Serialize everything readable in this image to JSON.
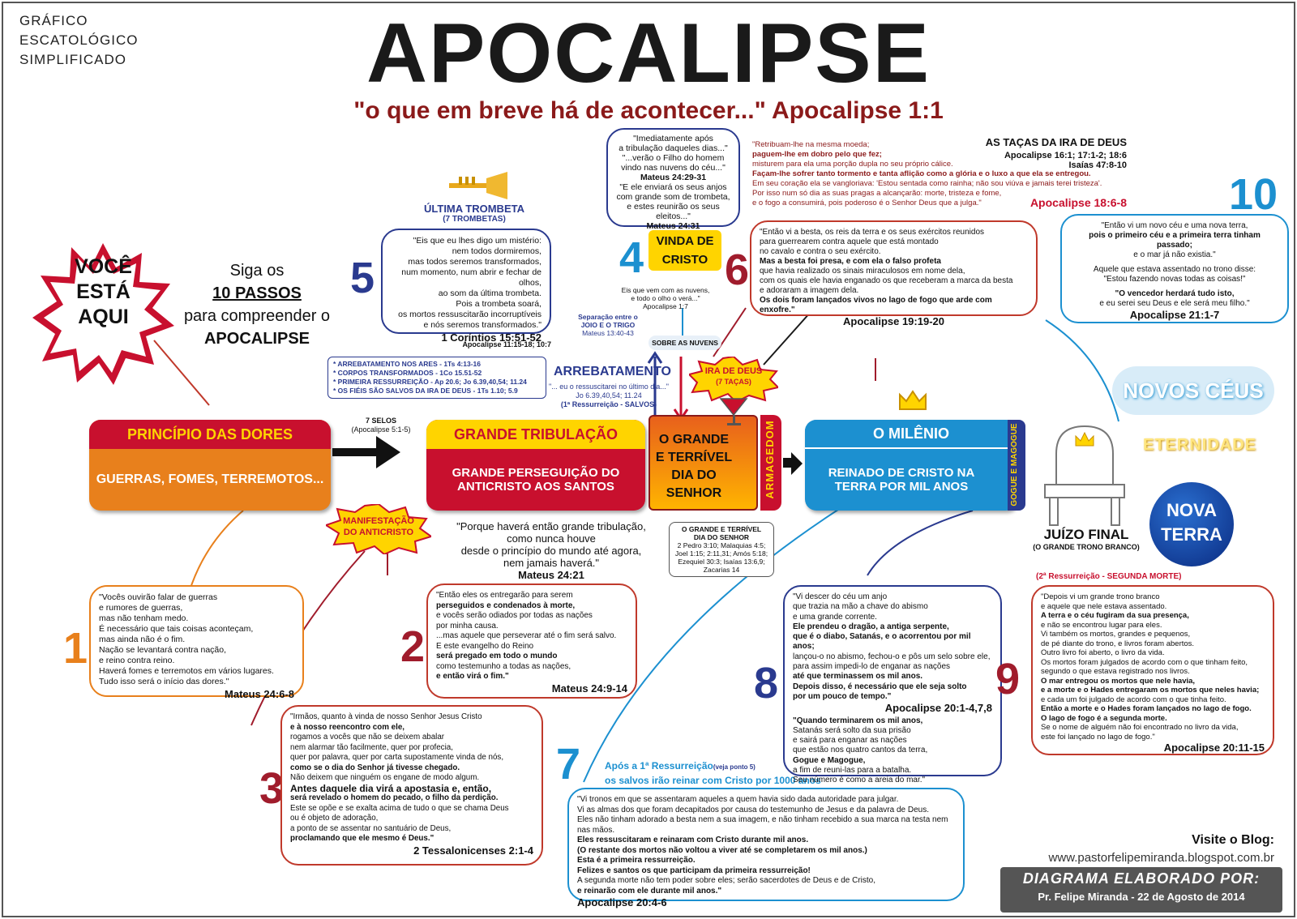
{
  "corner_label": [
    "GRÁFICO",
    "ESCATOLÓGICO",
    "SIMPLIFICADO"
  ],
  "title": "APOCALIPSE",
  "subtitle": "\"o que em breve há de acontecer...\" Apocalipse 1:1",
  "you_are_here": [
    "VOCÊ",
    "ESTÁ",
    "AQUI"
  ],
  "follow_steps": [
    "Siga os",
    "10 PASSOS",
    "para compreender o",
    "APOCALIPSE"
  ],
  "stages": {
    "principio": {
      "head": "PRINCÍPIO DAS DORES",
      "body": "GUERRAS, FOMES, TERREMOTOS..."
    },
    "tribulacao": {
      "head": "GRANDE TRIBULAÇÃO",
      "body": "GRANDE PERSEGUIÇÃO DO ANTICRISTO AOS SANTOS"
    },
    "grande_dia": {
      "body": "O GRANDE E TERRÍVEL DIA DO SENHOR",
      "side": "ARMAGEDOM"
    },
    "milenio": {
      "head": "O MILÊNIO",
      "body": "REINADO DE CRISTO NA TERRA POR MIL ANOS",
      "side": "GOGUE E MAGOGUE"
    }
  },
  "seven_seals": [
    "7 SELOS",
    "(Apocalipse 5:1-5)"
  ],
  "manifestacao": "MANIFESTAÇÃO DO ANTICRISTO",
  "ultima_trombeta": [
    "ÚLTIMA TROMBETA",
    "(7 TROMBETAS)"
  ],
  "vinda_de_cristo": "VINDA DE CRISTO",
  "vinda_quote": [
    "Eis que vem com as nuvens,",
    "e todo o olho o verá...\"",
    "Apocalipse 1:7"
  ],
  "separacao": [
    "Separação entre o",
    "JOIO E O TRIGO",
    "Mateus 13:40-43"
  ],
  "sobre_nuvens": "SOBRE AS NUVENS",
  "ira_de_deus": [
    "IRA DE DEUS",
    "(7 TAÇAS)"
  ],
  "arrebatamento": {
    "title": "ARREBATAMENTO",
    "lines": [
      "\"... eu o ressuscitarei no último dia...\"",
      "Jo 6.39,40,54; 11.24",
      "(1ª Ressurreição - SALVOS)"
    ],
    "list": [
      "* ARREBATAMENTO NOS ARES - 1Ts 4:13-16",
      "* CORPOS TRANSFORMADOS - 1Co 15.51-52",
      "* PRIMEIRA RESSURREIÇÃO - Ap 20.6; Jo 6.39,40,54; 11.24",
      "* OS FIÉIS SÃO SALVOS DA IRA DE DEUS - 1Ts 1.10; 5.9"
    ]
  },
  "grande_dia_refs": [
    "O GRANDE E TERRÍVEL",
    "DIA DO SENHOR",
    "2 Pedro 3:10; Malaquias 4:5;",
    "Joel 1:15; 2:11,31; Amós 5:18;",
    "Ezequiel 30:3; Isaías 13:6,9;",
    "Zacarias 14"
  ],
  "tribulacao_quote": {
    "lines": [
      "\"Porque haverá então grande tribulação,",
      "como nunca houve",
      "desde o princípio do mundo até agora,",
      "nem jamais haverá.\""
    ],
    "ref": "Mateus 24:21"
  },
  "mateus2429": {
    "lines": [
      "\"Imediatamente após",
      "a tribulação daqueles dias...\"",
      "\"...verão o Filho do homem",
      "vindo nas nuvens do céu...\""
    ],
    "ref": "Mateus 24:29-31",
    "lines2": [
      "\"E ele enviará os seus anjos",
      "com grande som de trombeta,",
      "e estes reunirão os seus eleitos...\""
    ],
    "ref2": "Mateus 24:31"
  },
  "tacas": {
    "title": "AS TAÇAS DA IRA DE DEUS",
    "refs": [
      "Apocalipse 16:1; 17:1-2; 18:6",
      "Isaías 47:8-10"
    ],
    "lines": [
      "\"Retribuam-lhe na mesma moeda;",
      "paguem-lhe em dobro pelo que fez;",
      "misturem para ela uma porção dupla no seu próprio cálice.",
      "Façam-lhe sofrer tanto tormento e tanta aflição como a glória e o luxo a que ela se entregou.",
      "Em seu coração ela se vangloriava: 'Estou sentada como rainha; não sou viúva e jamais terei tristeza'.",
      "Por isso num só dia as suas pragas a alcançarão: morte, tristeza e fome,",
      "e o fogo a consumirá, pois poderoso é o Senhor Deus que a julga.\""
    ],
    "ref": "Apocalipse 18:6-8"
  },
  "steps": [
    {
      "n": "1",
      "color": "#e8801c",
      "lines": [
        "\"Vocês ouvirão falar de guerras",
        "e rumores de guerras,",
        "mas não tenham medo.",
        "É necessário que tais coisas aconteçam,",
        "mas ainda não é o fim.",
        "Nação se levantará contra nação,",
        "e reino contra reino.",
        "Haverá fomes e terremotos em vários lugares.",
        "Tudo isso será o início das dores.\""
      ],
      "ref": "Mateus 24:6-8"
    },
    {
      "n": "2",
      "color": "#a01c2c",
      "lines": [
        "\"Então eles os entregarão para serem",
        "perseguidos e condenados à morte,",
        "e vocês serão odiados por todas as nações",
        "por minha causa.",
        "...mas aquele que perseverar até o fim será salvo.",
        "E este evangelho do Reino",
        "será pregado em todo o mundo",
        "como testemunho a todas as nações,",
        "e então virá o fim.\""
      ],
      "ref": "Mateus 24:9-14"
    },
    {
      "n": "3",
      "color": "#a01c2c",
      "lines": [
        "\"Irmãos, quanto à vinda de nosso Senhor Jesus Cristo",
        "e à nosso reencontro com ele,",
        "rogamos a vocês que não se deixem abalar",
        "nem alarmar tão facilmente, quer por profecia,",
        "quer por palavra, quer por carta supostamente vinda de nós,",
        "como se o dia do Senhor já tivesse chegado.",
        "Não deixem que ninguém os engane de modo algum.",
        "Antes daquele dia virá a apostasia e, então,",
        "será revelado o homem do pecado, o filho da perdição.",
        "Este se opõe e se exalta acima de tudo o que se chama Deus",
        "ou é objeto de adoração,",
        "a ponto de se assentar no santuário de Deus,",
        "proclamando que ele mesmo é Deus.\""
      ],
      "ref": "2 Tessalonicenses 2:1-4"
    },
    {
      "n": "4",
      "color": "#1c90d0"
    },
    {
      "n": "5",
      "color": "#2a3a8f",
      "lines": [
        "\"Eis que eu lhes digo um mistério:",
        "nem todos dormiremos,",
        "mas todos seremos transformados,",
        "num momento, num abrir e fechar de olhos,",
        "ao som da última trombeta.",
        "Pois a trombeta soará,",
        "os mortos ressuscitarão incorruptíveis",
        "e nós seremos transformados.\""
      ],
      "ref": "1 Coríntios 15:51-52",
      "ref2": "Apocalipse 11:15-18; 10:7"
    },
    {
      "n": "6",
      "color": "#a01c2c",
      "lines": [
        "\"Então vi a besta, os reis da terra e os seus exércitos reunidos",
        "para guerrearem contra aquele que está montado",
        "no cavalo e contra o seu exército.",
        "Mas a besta foi presa, e com ela o falso profeta",
        "que havia realizado os sinais miraculosos em nome dela,",
        "com os quais ele havia enganado os que receberam a marca da besta",
        "e adoraram a imagem dela.",
        "Os dois foram lançados vivos no lago de fogo que arde com enxofre.\""
      ],
      "ref": "Apocalipse 19:19-20"
    },
    {
      "n": "7",
      "color": "#1c90d0",
      "heading": [
        "Após a 1ª Ressurreição",
        "(veja ponto 5)",
        "os salvos irão reinar com Cristo por 1000 anos"
      ],
      "lines": [
        "\"Vi tronos em que se assentaram aqueles a quem havia sido dada autoridade para julgar.",
        "Vi as almas dos que foram decapitados por causa do testemunho de Jesus e da palavra de Deus.",
        "Eles não tinham adorado a besta nem a sua imagem, e não tinham recebido a sua marca na testa nem nas mãos.",
        "Eles ressuscitaram e reinaram com Cristo durante mil anos.",
        "(O restante dos mortos não voltou a viver até se completarem os mil anos.)",
        "Esta é a primeira ressurreição.",
        "Felizes e santos os que participam da primeira ressurreição!",
        "A segunda morte não tem poder sobre eles; serão sacerdotes de Deus e de Cristo,",
        "e reinarão com ele durante mil anos.\""
      ],
      "ref": "Apocalipse 20:4-6"
    },
    {
      "n": "8",
      "color": "#2a3a8f",
      "lines": [
        "\"Vi descer do céu um anjo",
        "que trazia na mão a chave do abismo",
        "e uma grande corrente.",
        "Ele prendeu o dragão, a antiga serpente,",
        "que é o diabo, Satanás, e o acorrentou por mil anos;",
        "lançou-o no abismo, fechou-o e pôs um selo sobre ele,",
        "para assim impedi-lo de enganar as nações",
        "até que terminassem os mil anos.",
        "Depois disso, é necessário que ele seja solto",
        "por um pouco de tempo.\""
      ],
      "ref": "Apocalipse 20:1-4,7,8",
      "lines2": [
        "\"Quando terminarem os mil anos,",
        "Satanás será solto da sua prisão",
        "e sairá para enganar as nações",
        "que estão nos quatro cantos da terra,",
        "Gogue e Magogue,",
        "a fim de reuni-las para a batalha.",
        "Seu número é como a areia do mar.\""
      ]
    },
    {
      "n": "9",
      "color": "#a01c2c",
      "heading": "(2ª Ressurreição - SEGUNDA MORTE)",
      "lines": [
        "\"Depois vi um grande trono branco",
        "e aquele que nele estava assentado.",
        "A terra e o céu fugiram da sua presença,",
        "e não se encontrou lugar para eles.",
        "Vi também os mortos, grandes e pequenos,",
        "de pé diante do trono, e livros foram abertos.",
        "Outro livro foi aberto, o livro da vida.",
        "Os mortos foram julgados de acordo com o que tinham feito,",
        "segundo o que estava registrado nos livros.",
        "O mar entregou os mortos que nele havia,",
        "e a morte e o Hades entregaram os mortos que neles havia;",
        "e cada um foi julgado de acordo com o que tinha feito.",
        "Então a morte e o Hades foram lançados no lago de fogo.",
        "O lago de fogo é a segunda morte.",
        "Se o nome de alguém não foi encontrado no livro da vida,",
        "este foi lançado no lago de fogo.\""
      ],
      "ref": "Apocalipse 20:11-15"
    },
    {
      "n": "10",
      "color": "#1c90d0",
      "lines": [
        "\"Então vi um novo céu e uma nova terra,",
        "pois o primeiro céu e a primeira terra tinham passado;",
        "e o mar já não existia.\"",
        "Aquele que estava assentado no trono disse:",
        "\"Estou fazendo novas todas as coisas!\"",
        "\"O vencedor herdará tudo isto,",
        "e eu serei seu Deus e ele será meu filho.\""
      ],
      "ref": "Apocalipse 21:1-7"
    }
  ],
  "juizo_final": [
    "JUÍZO FINAL",
    "(O GRANDE TRONO BRANCO)"
  ],
  "novos_ceus": "NOVOS CÉUS",
  "eternidade": "ETERNIDADE",
  "nova_terra": [
    "NOVA",
    "TERRA"
  ],
  "blog": {
    "label": "Visite o Blog:",
    "url": "www.pastorfelipemiranda.blogspot.com.br"
  },
  "credit": {
    "label": "DIAGRAMA ELABORADO POR:",
    "author": "Pr. Felipe Miranda - 22 de Agosto de 2014"
  },
  "colors": {
    "orange": "#e8801c",
    "red": "#c8102e",
    "yellow": "#ffd400",
    "blue": "#1c90d0",
    "navy": "#2a3a8f",
    "dark_red": "#8b1a1a"
  }
}
